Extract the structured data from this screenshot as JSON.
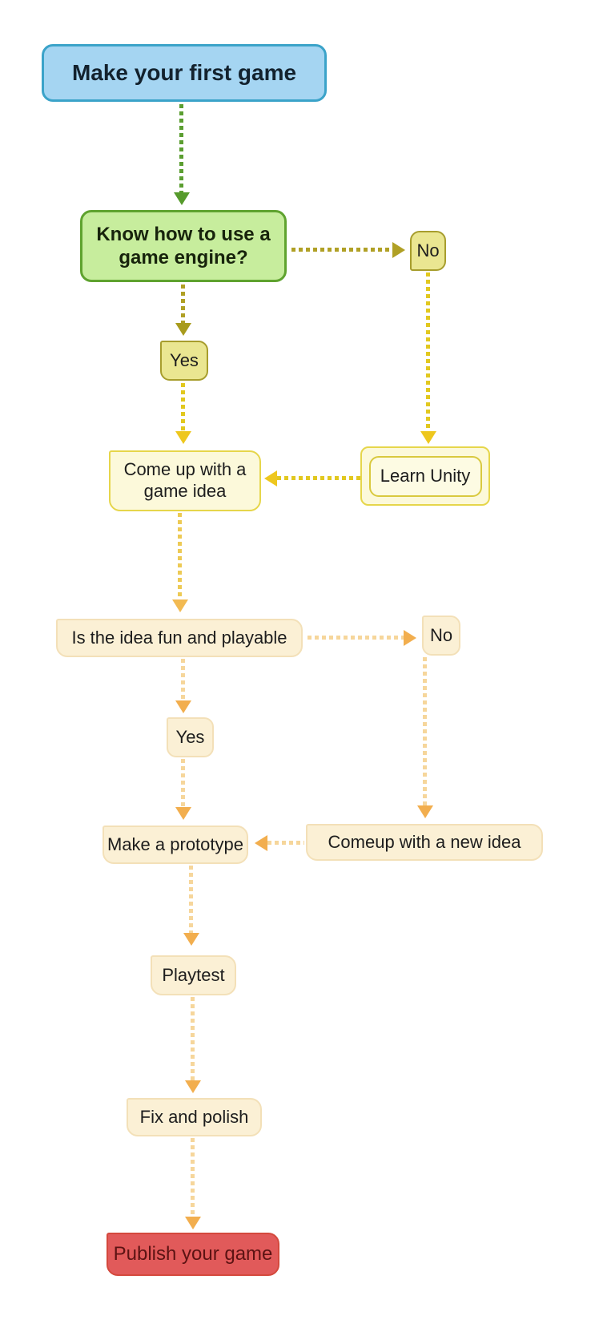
{
  "diagram": {
    "background": "#ffffff",
    "nodes": {
      "start": {
        "label": "Make your first game",
        "fill": "#a5d5f2",
        "border": "#3ba3c9",
        "text_color": "#13222e"
      },
      "q_engine": {
        "label": "Know how to use a game engine?",
        "fill": "#c7ed9d",
        "border": "#5fa32f",
        "text_color": "#17230c"
      },
      "no_engine": {
        "label": "No",
        "fill": "#eae691",
        "border": "#a79d2d",
        "text_color": "#1d1d1d"
      },
      "yes_engine": {
        "label": "Yes",
        "fill": "#eae691",
        "border": "#a79d2d",
        "text_color": "#1d1d1d"
      },
      "learn_unity": {
        "label": "Learn Unity",
        "fill": "#fcf9da",
        "border": "#e6d64b",
        "text_color": "#1d1d1d"
      },
      "game_idea": {
        "label": "Come up with a game idea",
        "fill": "#fcf9da",
        "border": "#e6d64b",
        "text_color": "#1d1d1d"
      },
      "q_fun": {
        "label": "Is the idea fun and playable",
        "fill": "#fbf0d5",
        "border": "#f3e0b8",
        "text_color": "#1d1d1d"
      },
      "no_fun": {
        "label": "No",
        "fill": "#fbf0d5",
        "border": "#f3e0b8",
        "text_color": "#1d1d1d"
      },
      "yes_fun": {
        "label": "Yes",
        "fill": "#fbf0d5",
        "border": "#f3e0b8",
        "text_color": "#1d1d1d"
      },
      "new_idea": {
        "label": "Comeup with a new idea",
        "fill": "#fbf0d5",
        "border": "#f3e0b8",
        "text_color": "#1d1d1d"
      },
      "prototype": {
        "label": "Make a prototype",
        "fill": "#fbf0d5",
        "border": "#f3e0b8",
        "text_color": "#1d1d1d"
      },
      "playtest": {
        "label": "Playtest",
        "fill": "#fbf0d5",
        "border": "#f3e0b8",
        "text_color": "#1d1d1d"
      },
      "fix_polish": {
        "label": "Fix and polish",
        "fill": "#fbf0d5",
        "border": "#f3e0b8",
        "text_color": "#1d1d1d"
      },
      "publish": {
        "label": "Publish your game",
        "fill": "#e15a5a",
        "border": "#d4493d",
        "text_color": "#5c1313"
      }
    },
    "edges": [
      {
        "from": "start",
        "to": "q_engine",
        "style": "dotted",
        "color": "#5b9e31"
      },
      {
        "from": "q_engine",
        "to": "no_engine",
        "style": "dotted",
        "color": "#b0a025"
      },
      {
        "from": "q_engine",
        "to": "yes_engine",
        "style": "dotted",
        "color": "#b0a025"
      },
      {
        "from": "no_engine",
        "to": "learn_unity",
        "style": "dotted",
        "color": "#e2c81f"
      },
      {
        "from": "yes_engine",
        "to": "game_idea",
        "style": "dotted",
        "color": "#e2c81f"
      },
      {
        "from": "learn_unity",
        "to": "game_idea",
        "style": "dotted",
        "color": "#e2c81f"
      },
      {
        "from": "game_idea",
        "to": "q_fun",
        "style": "dotted",
        "color": "#edca55"
      },
      {
        "from": "q_fun",
        "to": "no_fun",
        "style": "dotted",
        "color": "#f6d69b"
      },
      {
        "from": "q_fun",
        "to": "yes_fun",
        "style": "dotted",
        "color": "#f6d69b"
      },
      {
        "from": "no_fun",
        "to": "new_idea",
        "style": "dotted",
        "color": "#f6d69b"
      },
      {
        "from": "yes_fun",
        "to": "prototype",
        "style": "dotted",
        "color": "#f6d69b"
      },
      {
        "from": "new_idea",
        "to": "prototype",
        "style": "dotted",
        "color": "#f6d69b"
      },
      {
        "from": "prototype",
        "to": "playtest",
        "style": "dotted",
        "color": "#f6d69b"
      },
      {
        "from": "playtest",
        "to": "fix_polish",
        "style": "dotted",
        "color": "#f6d69b"
      },
      {
        "from": "fix_polish",
        "to": "publish",
        "style": "dotted",
        "color": "#f6d69b"
      }
    ],
    "colors": {
      "arrow_green": "#5b9e31",
      "arrow_olive": "#b0a025",
      "arrow_yellow": "#e2c81f",
      "arrow_gold": "#eec71e",
      "arrow_pale_line": "#f6d69b",
      "arrow_orange_head": "#f2ae4e"
    }
  }
}
